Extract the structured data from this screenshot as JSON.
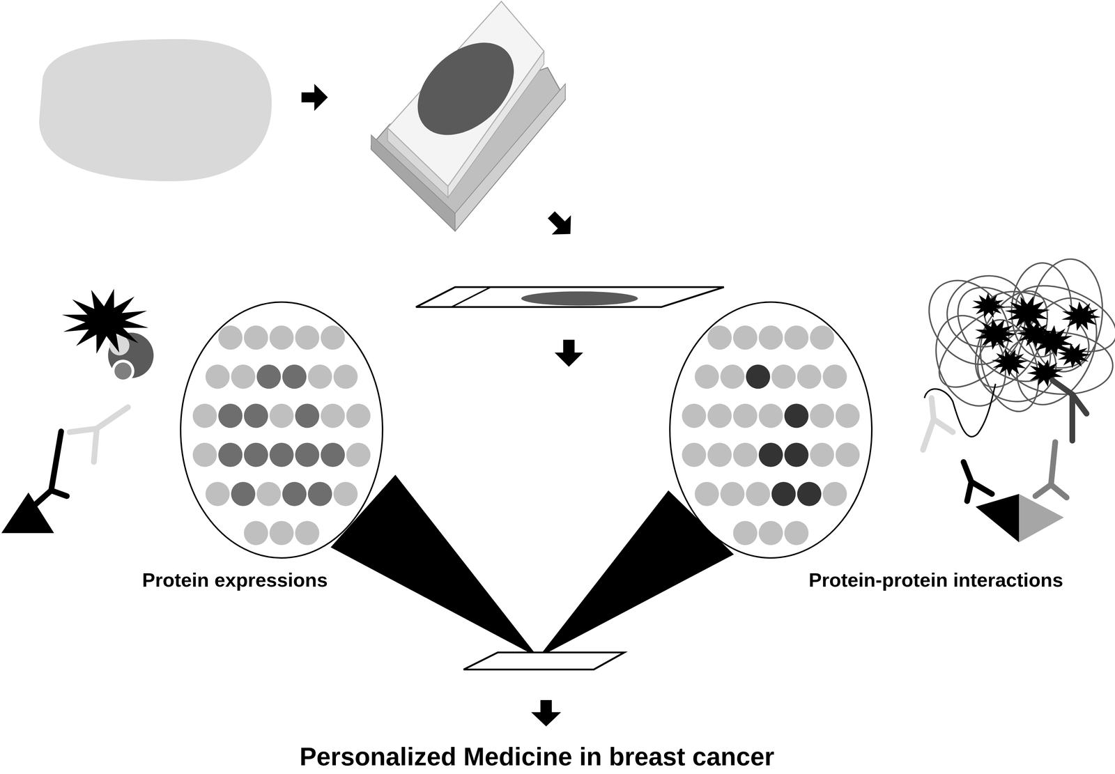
{
  "diagram": {
    "title": "Personalized Medicine in breast cancer",
    "labels": [
      "Protein expressions",
      "Protein-protein interactions"
    ]
  }
}
